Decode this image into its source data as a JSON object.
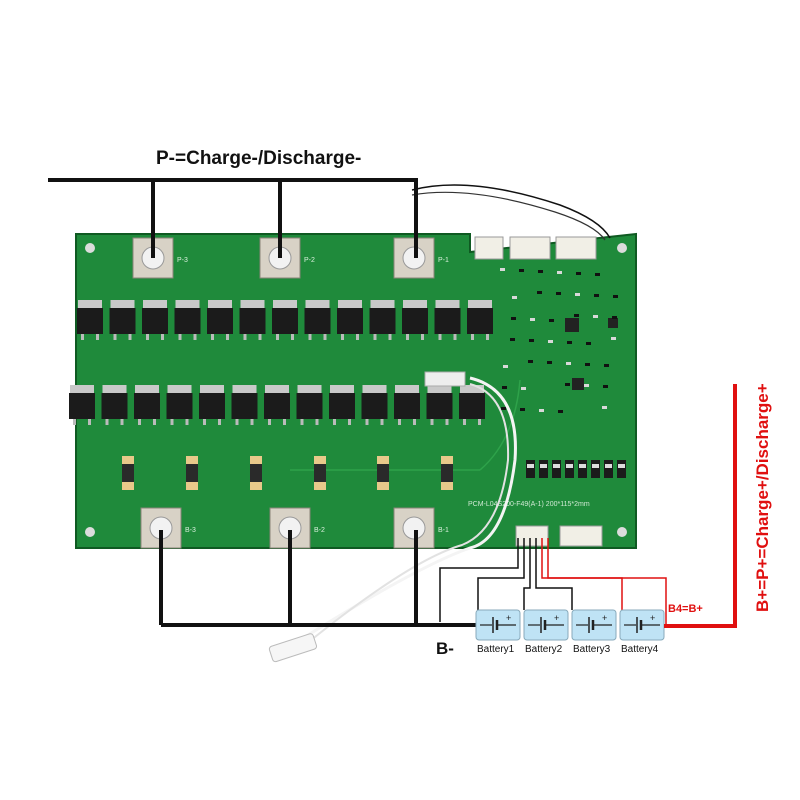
{
  "labels": {
    "p_minus": "P-=Charge-/Discharge-",
    "b_plus": "B+=P+=Charge+/Discharge+",
    "b_minus": "B-",
    "b4": "B4=B+"
  },
  "pads": {
    "top": [
      "P-3",
      "P-2",
      "P-1"
    ],
    "bottom": [
      "B-3",
      "B-2",
      "B-1"
    ]
  },
  "batteries": [
    "Battery1",
    "Battery2",
    "Battery3",
    "Battery4"
  ],
  "board_text": "PCM-L04S200-F49(A-1)  200*115*2mm",
  "colors": {
    "pcb": "#1f8a3b",
    "pcb_dark": "#176d2e",
    "wire_black": "#111111",
    "wire_red": "#e01010",
    "label_red": "#e01010",
    "battery": "#bfe3f5"
  }
}
